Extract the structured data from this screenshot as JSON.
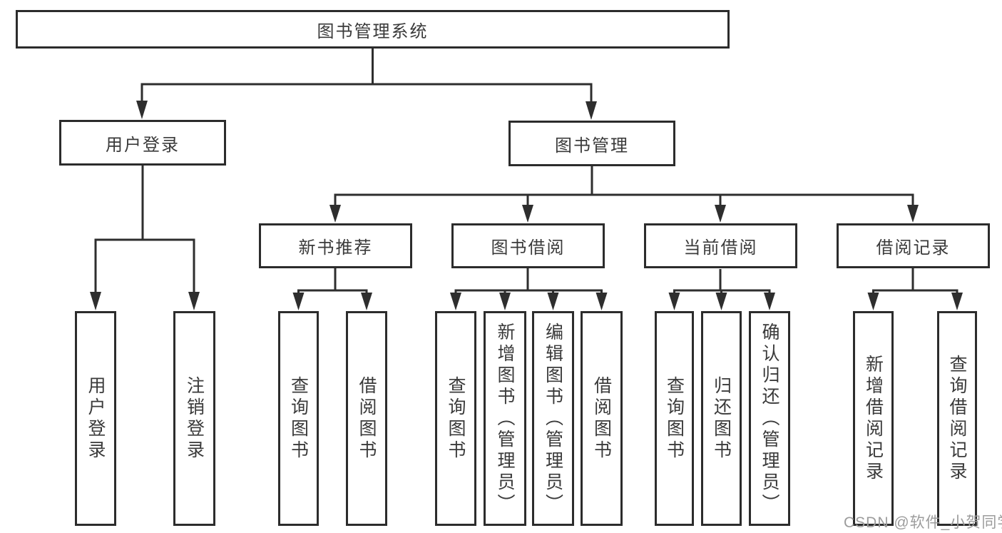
{
  "tree": {
    "label": "图书管理系统",
    "children": [
      {
        "label": "用户登录",
        "children": [
          {
            "label": "用户登录"
          },
          {
            "label": "注销登录"
          }
        ]
      },
      {
        "label": "图书管理",
        "children": [
          {
            "label": "新书推荐",
            "children": [
              {
                "label": "查询图书"
              },
              {
                "label": "借阅图书"
              }
            ]
          },
          {
            "label": "图书借阅",
            "children": [
              {
                "label": "查询图书"
              },
              {
                "label": "新增图书（管理员）"
              },
              {
                "label": "编辑图书（管理员）"
              },
              {
                "label": "借阅图书"
              }
            ]
          },
          {
            "label": "当前借阅",
            "children": [
              {
                "label": "查询图书"
              },
              {
                "label": "归还图书"
              },
              {
                "label": "确认归还（管理员）"
              }
            ]
          },
          {
            "label": "借阅记录",
            "children": [
              {
                "label": "新增借阅记录"
              },
              {
                "label": "查询借阅记录"
              }
            ]
          }
        ]
      }
    ]
  },
  "watermark": "CSDN @软件_小贺同学",
  "colors": {
    "line": "#2e2e2e",
    "border": "#2c2c2c",
    "text": "#3a3a3a",
    "watermark": "#9c9c9c",
    "background": "#ffffff"
  }
}
